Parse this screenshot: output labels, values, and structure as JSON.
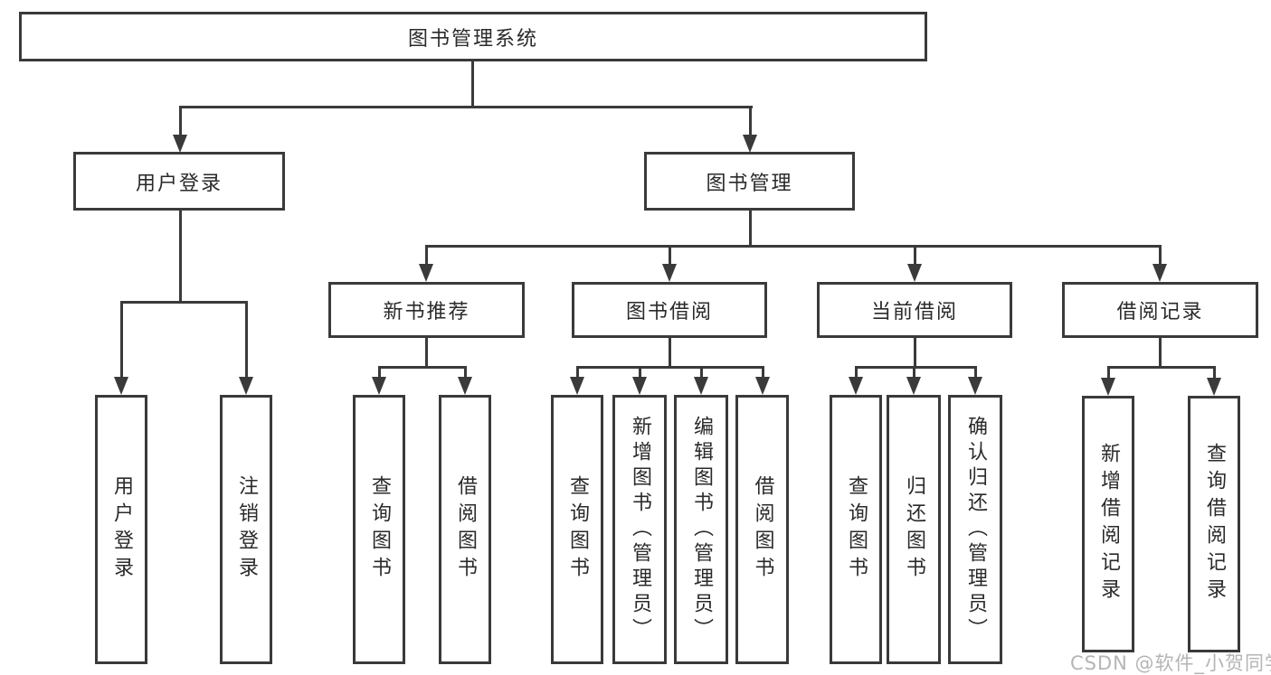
{
  "diagram": {
    "root_label": "图书管理系统",
    "level2": {
      "user_login": "用户登录",
      "book_mgmt": "图书管理"
    },
    "level3": {
      "new_books": "新书推荐",
      "borrowing": "图书借阅",
      "current": "当前借阅",
      "records": "借阅记录"
    },
    "leaves": {
      "g1": [
        "用户登录",
        "注销登录"
      ],
      "g2": [
        "查询图书",
        "借阅图书"
      ],
      "g3": [
        "查询图书",
        "新增图书（管理员）",
        "编辑图书（管理员）",
        "借阅图书"
      ],
      "g4": [
        "查询图书",
        "归还图书",
        "确认归还（管理员）"
      ],
      "g5": [
        "新增借阅记录",
        "查询借阅记录"
      ]
    }
  },
  "watermark": "CSDN @软件_小贺同学",
  "colors": {
    "line": "#3a3a3a",
    "text": "#2a2a2a",
    "watermark": "#b5b5b5",
    "background": "#ffffff"
  }
}
